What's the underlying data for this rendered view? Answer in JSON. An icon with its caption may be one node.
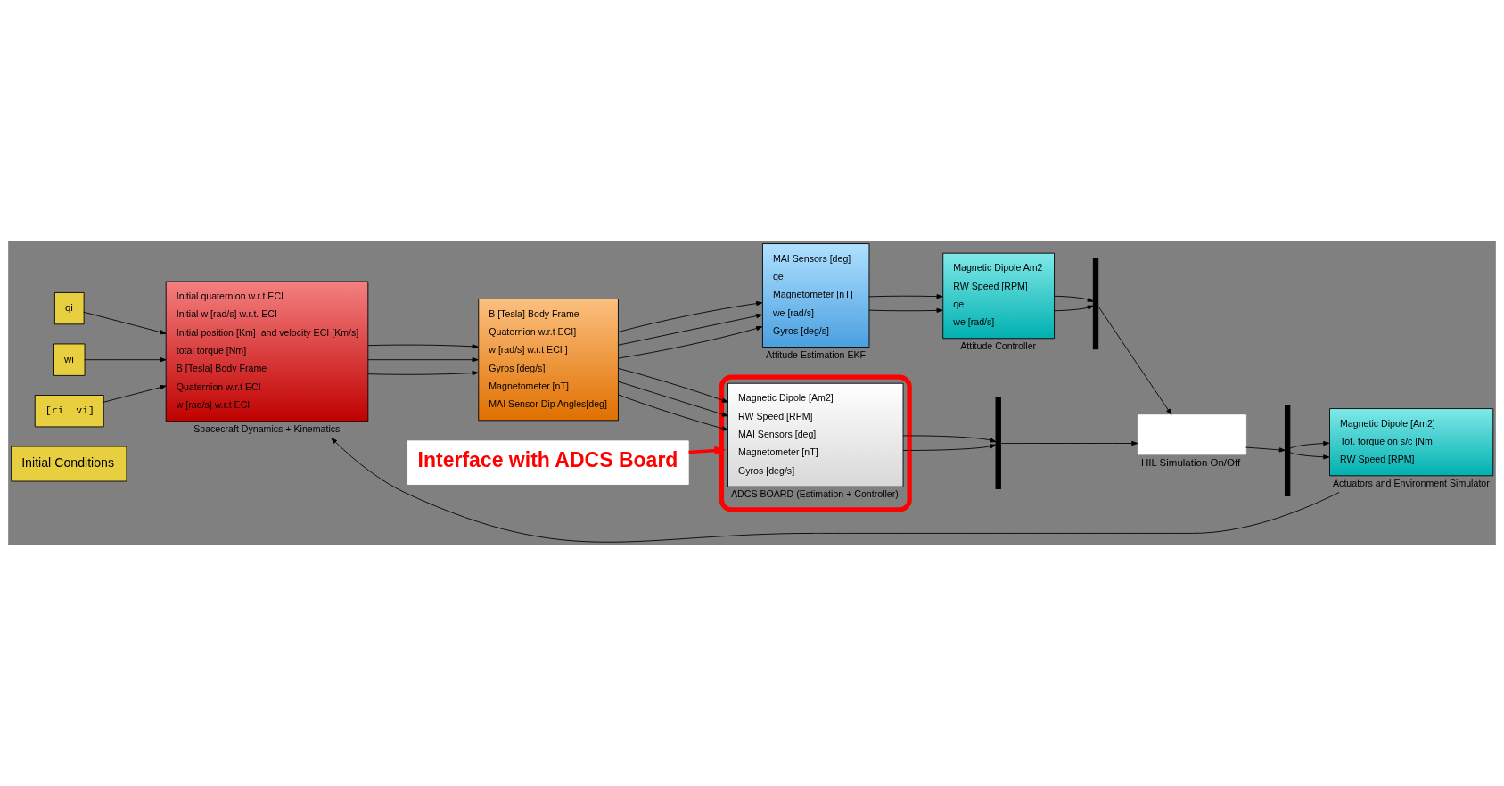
{
  "diagram": {
    "nodes": [
      {
        "text": [
          "Initial Conditions"
        ]
      },
      {
        "text": [
          "qi"
        ]
      },
      {
        "text": [
          "wi"
        ]
      },
      {
        "text": [
          "[ri  vi]"
        ]
      },
      {
        "text": [
          "Initial quaternion w.r.t ECI",
          "Initial w [rad/s] w.r.t. ECI",
          "Initial position [Km]  and velocity ECI [Km/s]",
          "total torque [Nm]",
          "B [Tesla] Body Frame",
          "Quaternion w.r.t ECI",
          "w [rad/s] w.r.t ECI"
        ],
        "beside": [
          "Spacecraft Dynamics + Kinematics"
        ]
      },
      {
        "text": [
          "B [Tesla] Body Frame",
          "Quaternion w.r.t ECI]",
          "w [rad/s] w.r.t ECI ]",
          "Gyros [deg/s]",
          "Magnetometer [nT]",
          "MAI Sensor Dip Angles[deg]"
        ]
      },
      {
        "text": [
          "Interface with ADCS Board"
        ]
      },
      {
        "text": [],
        "shape": "bar"
      },
      {
        "text": [
          "Magnetic Dipole Am2",
          "RW Speed [RPM]",
          "qe",
          "we [rad/s]"
        ],
        "beside": [
          "Attitude Controller"
        ]
      },
      {
        "text": [
          "MAI Sensors [deg]",
          "qe",
          "Magnetometer [nT]",
          "we [rad/s]",
          "Gyros [deg/s]"
        ],
        "beside": [
          "Attitude Estimation EKF"
        ]
      },
      {
        "text": [
          "Magnetic Dipole [Am2]",
          "Tot. torque on s/c [Nm]",
          "RW Speed [RPM]"
        ],
        "beside": [
          "Actuators and Environment Simulator"
        ]
      },
      {
        "text": [],
        "shape": "bar"
      },
      {
        "text": [],
        "shape": "box",
        "beside": [
          "HIL Simulation On/Off"
        ]
      },
      {
        "text": [],
        "shape": "bar"
      },
      {
        "text": [],
        "shape": "ellipse"
      },
      {
        "text": [
          "Magnetic Dipole [Am2]",
          "RW Speed [RPM]",
          "MAI Sensors [deg]",
          "Magnetometer [nT]",
          "Gyros [deg/s]"
        ],
        "in": 14,
        "beside": [
          "ADCS BOARD (Estimation + Controller)"
        ]
      }
    ],
    "edges": [
      {
        "from": 1,
        "to": 4,
        "arrow": "to"
      },
      {
        "from": 2,
        "to": 4,
        "arrow": "to"
      },
      {
        "from": 3,
        "to": 4,
        "arrow": "to"
      },
      {
        "from": 10,
        "to": 4,
        "arrow": "to"
      },
      {
        "from": 4,
        "to": 5,
        "arrow": "to"
      },
      {
        "from": 4,
        "to": 5,
        "arrow": "to"
      },
      {
        "from": 4,
        "to": 5,
        "arrow": "to"
      },
      {
        "from": 5,
        "to": 9,
        "arrow": "to"
      },
      {
        "from": 5,
        "to": 15,
        "arrow": "to"
      },
      {
        "from": 5,
        "to": 9,
        "arrow": "to"
      },
      {
        "from": 5,
        "to": 15,
        "arrow": "to"
      },
      {
        "from": 5,
        "to": 9,
        "arrow": "to"
      },
      {
        "from": 5,
        "to": 15,
        "arrow": "to"
      },
      {
        "from": 9,
        "to": 8,
        "arrow": "to"
      },
      {
        "from": 9,
        "to": 8,
        "arrow": "to"
      },
      {
        "from": 8,
        "to": 7,
        "arrow": "to"
      },
      {
        "from": 8,
        "to": 7,
        "arrow": "to"
      },
      {
        "from": 15,
        "to": 13,
        "arrow": "to"
      },
      {
        "from": 15,
        "to": 13,
        "arrow": "to"
      },
      {
        "from": 7,
        "to": 12,
        "arrow": "to"
      },
      {
        "from": 13,
        "to": 12,
        "arrow": "to"
      },
      {
        "from": 12,
        "to": 11,
        "arrow": "to"
      },
      {
        "from": 11,
        "to": 10,
        "arrow": "to"
      },
      {
        "from": 11,
        "to": 10,
        "arrow": "to"
      },
      {
        "from": 6,
        "to": 14,
        "arrow": "to",
        "style": "thick",
        "color": "#ff0000"
      }
    ]
  }
}
